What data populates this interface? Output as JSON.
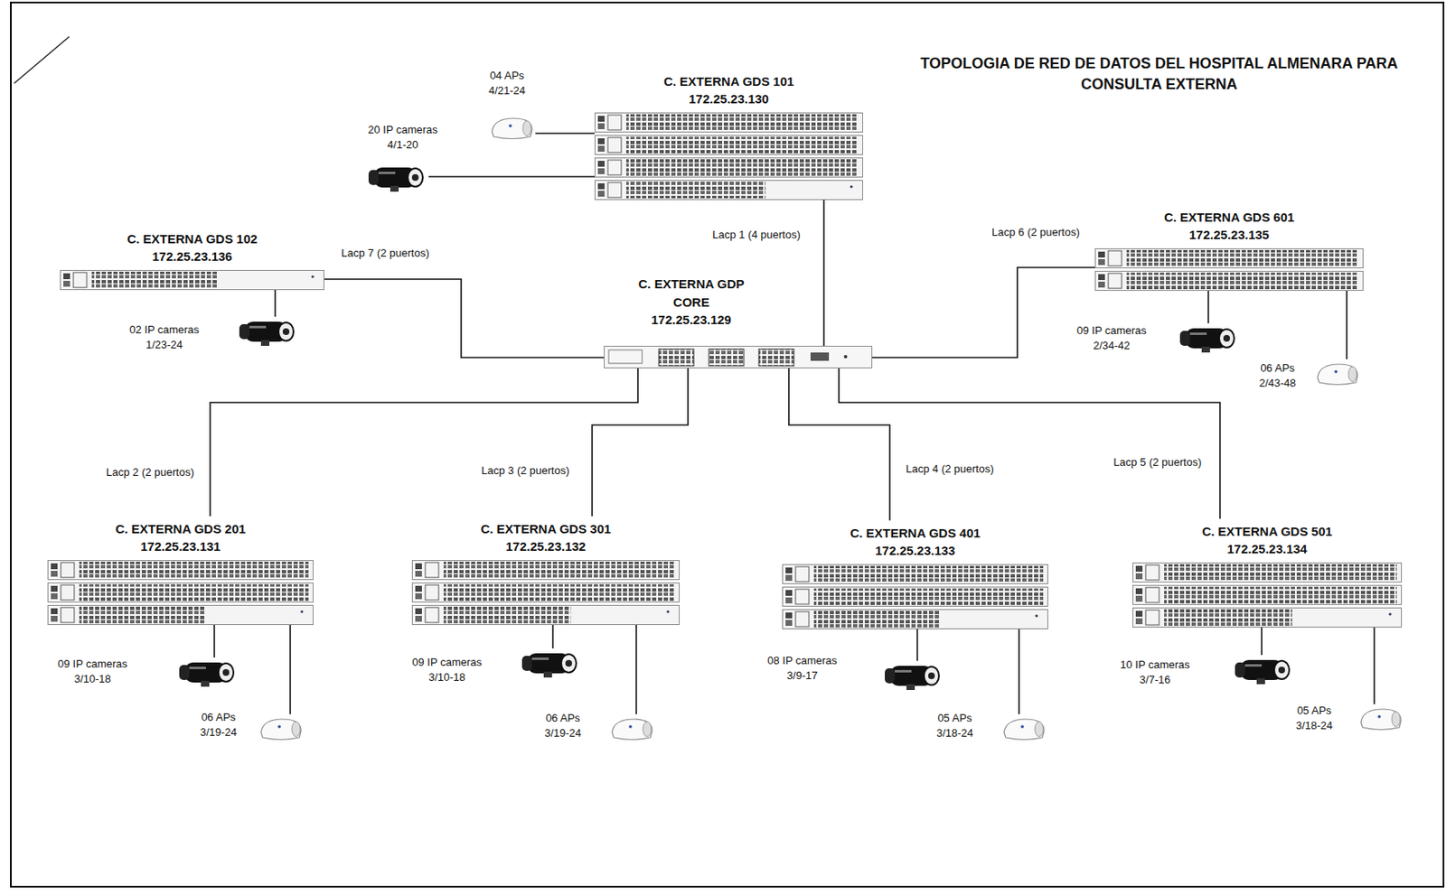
{
  "diagram": {
    "title": "TOPOLOGIA DE RED DE DATOS DEL HOSPITAL ALMENARA PARA CONSULTA EXTERNA",
    "nodes": [
      {
        "text": [
          "C. EXTERNA GDS 101",
          "172.25.23.130"
        ]
      },
      {
        "text": [
          "04 APs",
          "4/21-24"
        ]
      },
      {
        "text": [
          "20 IP cameras",
          "4/1-20"
        ]
      },
      {
        "text": [
          "C. EXTERNA GDS 102",
          "172.25.23.136"
        ]
      },
      {
        "text": [
          "C. EXTERNA GDP CORE",
          "172.25.23.129"
        ]
      },
      {
        "text": [
          "C. EXTERNA GDS 601",
          "172.25.23.135"
        ]
      },
      {
        "text": [
          "02 IP cameras",
          "1/23-24"
        ]
      },
      {
        "text": [
          "09 IP cameras",
          "2/34-42"
        ]
      },
      {
        "text": [
          "06 APs",
          "2/43-48"
        ]
      },
      {
        "text": [
          "C. EXTERNA GDS 201",
          "172.25.23.131"
        ]
      },
      {
        "text": [
          "C. EXTERNA GDS 301",
          "172.25.23.132"
        ]
      },
      {
        "text": [
          "C. EXTERNA GDS 401",
          "172.25.23.133"
        ]
      },
      {
        "text": [
          "C. EXTERNA GDS 501",
          "172.25.23.134"
        ]
      },
      {
        "text": [
          "09 IP cameras",
          "3/10-18"
        ]
      },
      {
        "text": [
          "06 APs",
          "3/19-24"
        ]
      },
      {
        "text": [
          "09 IP cameras",
          "3/10-18"
        ]
      },
      {
        "text": [
          "06 APs",
          "3/19-24"
        ]
      },
      {
        "text": [
          "08 IP cameras",
          "3/9-17"
        ]
      },
      {
        "text": [
          "05 APs",
          "3/18-24"
        ]
      },
      {
        "text": [
          "10 IP cameras",
          "3/7-16"
        ]
      },
      {
        "text": [
          "05 APs",
          "3/18-24"
        ]
      }
    ],
    "edges": [
      {
        "from": 4,
        "to": 0,
        "label": "Lacp 1 (4 puertos)",
        "arrow": "none"
      },
      {
        "from": 4,
        "to": 3,
        "label": "Lacp 7 (2 puertos)",
        "arrow": "none"
      },
      {
        "from": 4,
        "to": 5,
        "label": "Lacp 6 (2 puertos)",
        "arrow": "none"
      },
      {
        "from": 4,
        "to": 9,
        "label": "Lacp 2 (2 puertos)",
        "arrow": "none"
      },
      {
        "from": 4,
        "to": 10,
        "label": "Lacp 3 (2 puertos)",
        "arrow": "none"
      },
      {
        "from": 4,
        "to": 11,
        "label": "Lacp 4 (2 puertos)",
        "arrow": "none"
      },
      {
        "from": 4,
        "to": 12,
        "label": "Lacp 5 (2 puertos)",
        "arrow": "none"
      },
      {
        "from": 0,
        "to": 1,
        "arrow": "none"
      },
      {
        "from": 0,
        "to": 2,
        "arrow": "none"
      },
      {
        "from": 3,
        "to": 6,
        "arrow": "none"
      },
      {
        "from": 5,
        "to": 7,
        "arrow": "none"
      },
      {
        "from": 5,
        "to": 8,
        "arrow": "none"
      },
      {
        "from": 9,
        "to": 13,
        "arrow": "none"
      },
      {
        "from": 9,
        "to": 14,
        "arrow": "none"
      },
      {
        "from": 10,
        "to": 15,
        "arrow": "none"
      },
      {
        "from": 10,
        "to": 16,
        "arrow": "none"
      },
      {
        "from": 11,
        "to": 17,
        "arrow": "none"
      },
      {
        "from": 11,
        "to": 18,
        "arrow": "none"
      },
      {
        "from": 12,
        "to": 19,
        "arrow": "none"
      },
      {
        "from": 12,
        "to": 20,
        "arrow": "none"
      }
    ]
  }
}
